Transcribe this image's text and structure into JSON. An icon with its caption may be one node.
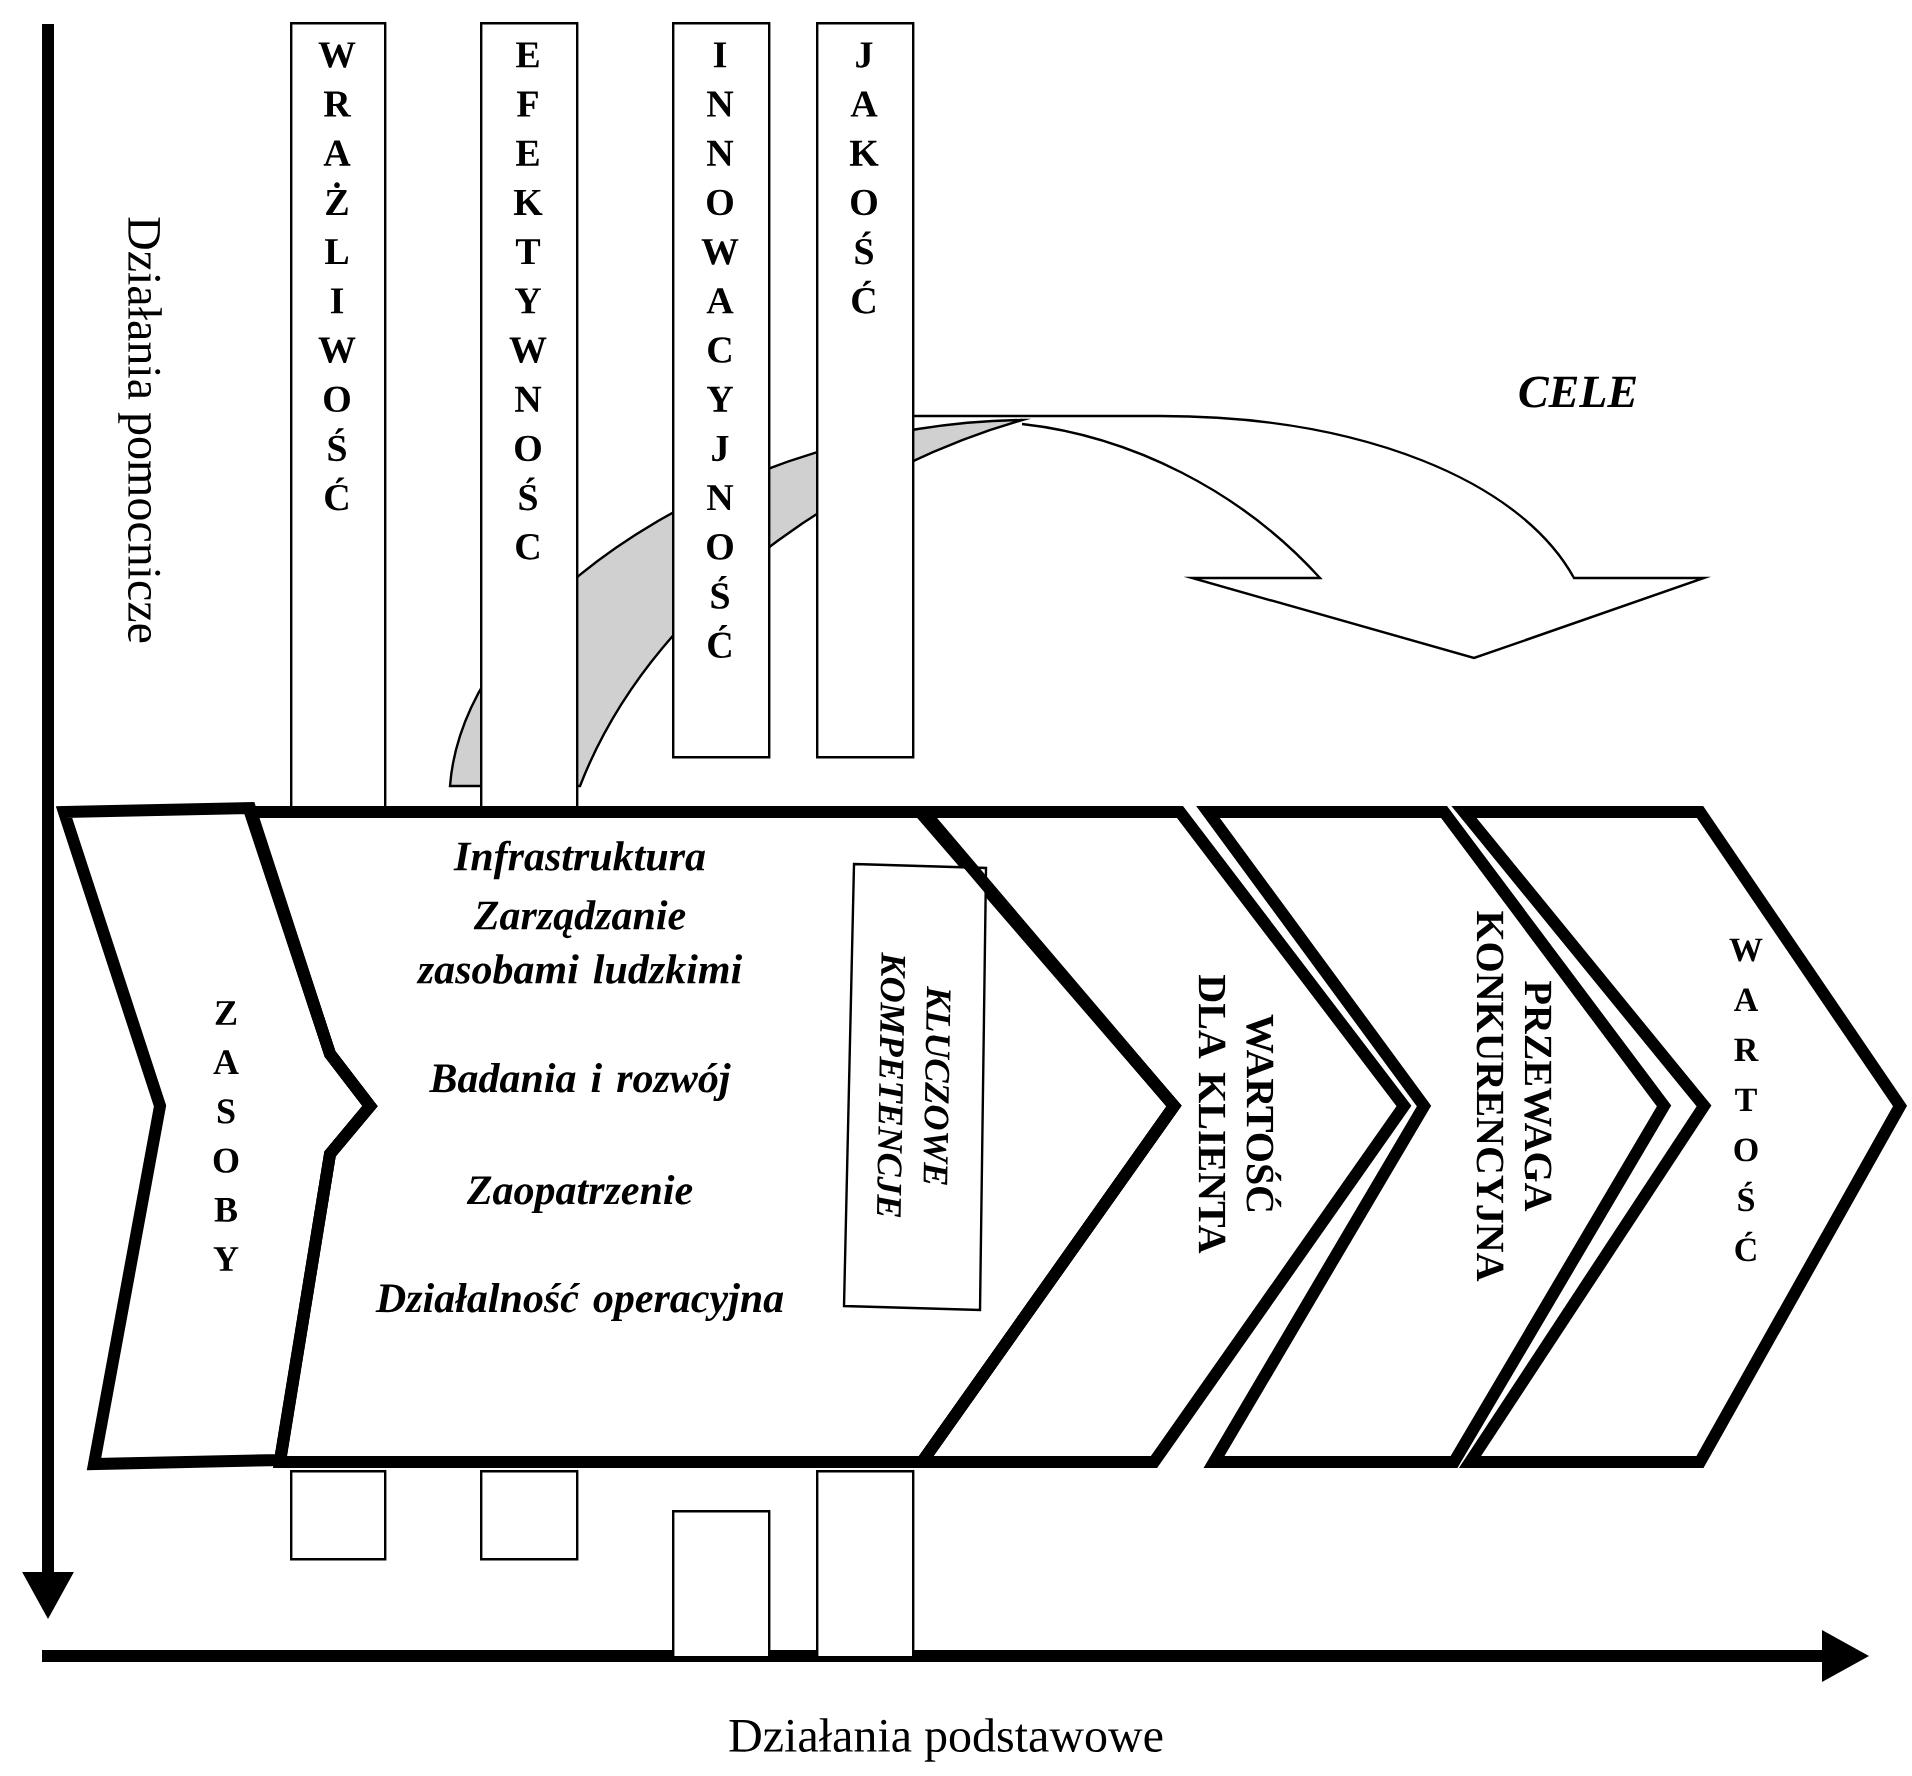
{
  "diagram": {
    "nodes": [
      {
        "text": [
          "WRAŻLIWOŚĆ"
        ]
      },
      {
        "text": [
          "EFEKTYWNOŚC"
        ]
      },
      {
        "text": [
          "INNOWACYJNOŚĆ"
        ]
      },
      {
        "text": [
          "JAKOŚĆ"
        ]
      },
      {
        "text": [
          "ZASOBY"
        ]
      },
      {
        "text": [
          "Infrastruktura",
          "Zarządzanie zasobami ludzkimi",
          "Badania i rozwój",
          "Zaopatrzenie",
          "Działalność operacyjna"
        ]
      },
      {
        "text": [
          "KLUCZOWE KOMPETENCJE"
        ],
        "in": 5
      },
      {
        "text": [
          "WARTOŚĆ DLA KLIENTA"
        ]
      },
      {
        "text": [
          "PRZEWAGA KONKURENCYJNA"
        ]
      },
      {
        "text": [
          "WARTOŚĆ"
        ]
      },
      {
        "text": [],
        "shape": "box"
      },
      {
        "text": [],
        "shape": "box"
      },
      {
        "text": [],
        "shape": "box"
      },
      {
        "text": [],
        "shape": "box"
      }
    ],
    "labels": [
      "Działania pomocnicze",
      "CELE",
      "Działania podstawowe"
    ]
  }
}
